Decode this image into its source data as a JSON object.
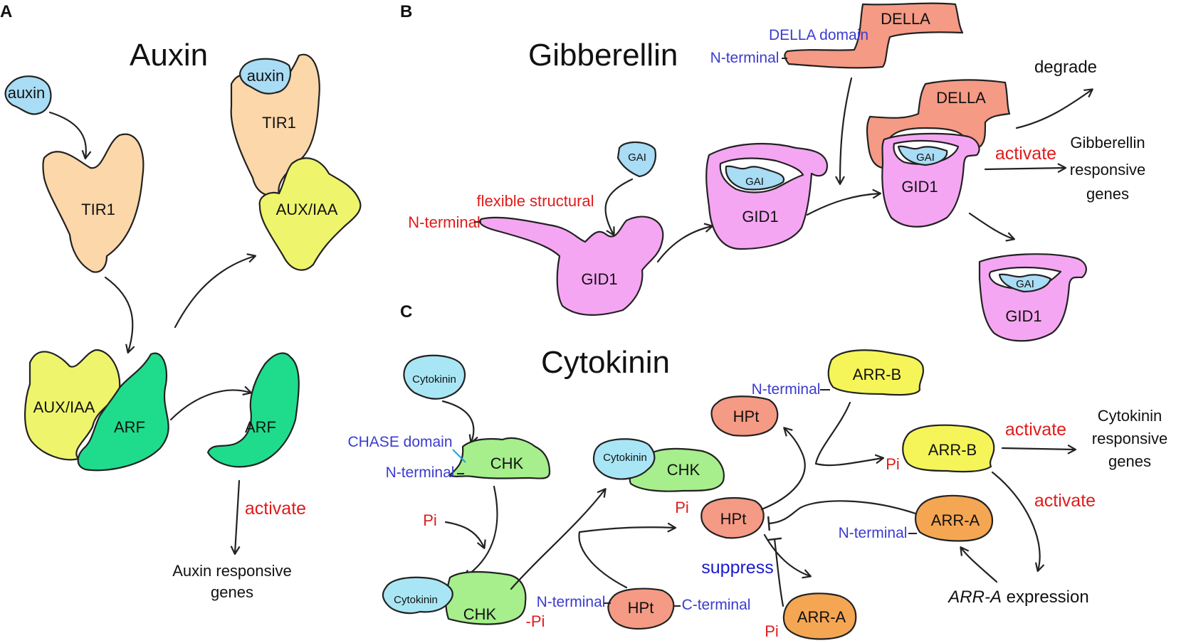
{
  "panels": {
    "a": "A",
    "b": "B",
    "c": "C"
  },
  "titles": {
    "auxin": "Auxin",
    "gibberellin": "Gibberellin",
    "cytokinin": "Cytokinin"
  },
  "auxin": {
    "auxin": "auxin",
    "tir1": "TIR1",
    "aux_iaa": "AUX/IAA",
    "arf": "ARF",
    "activate": "activate",
    "responsive_line1": "Auxin responsive",
    "responsive_line2": "genes"
  },
  "gibberellin": {
    "della": "DELLA",
    "della_domain": "DELLA domain",
    "n_terminal_blue": "N-terminal",
    "flexible_structural": "flexible structural",
    "n_terminal_red": "N-terminal",
    "gai": "GAI",
    "gid1": "GID1",
    "degrade": "degrade",
    "activate": "activate",
    "responsive_line1": "Gibberellin",
    "responsive_line2": "responsive",
    "responsive_line3": "genes"
  },
  "cytokinin": {
    "cytokinin": "Cytokinin",
    "chk": "CHK",
    "chase_domain": "CHASE domain",
    "n_terminal": "N-terminal",
    "c_terminal": "C-terminal",
    "pi": "Pi",
    "pi_dash": "-Pi",
    "hpt": "HPt",
    "arr_b": "ARR-B",
    "arr_a": "ARR-A",
    "activate": "activate",
    "suppress": "suppress",
    "responsive_line1": "Cytokinin",
    "responsive_line2": "responsive",
    "responsive_line3": "genes",
    "expression_gene": "ARR-A",
    "expression_word": " expression"
  },
  "colors": {
    "auxin": "#a9dcf5",
    "tir1": "#fbd7a9",
    "aux_iaa": "#eef56c",
    "arf": "#1fdc8c",
    "della": "#f59a85",
    "gid1": "#f5a6f2",
    "cytokinin": "#a9e6f5",
    "chk": "#a6ef8c",
    "hpt": "#f59a85",
    "arr_b": "#f5f55a",
    "arr_a": "#f5a653"
  }
}
